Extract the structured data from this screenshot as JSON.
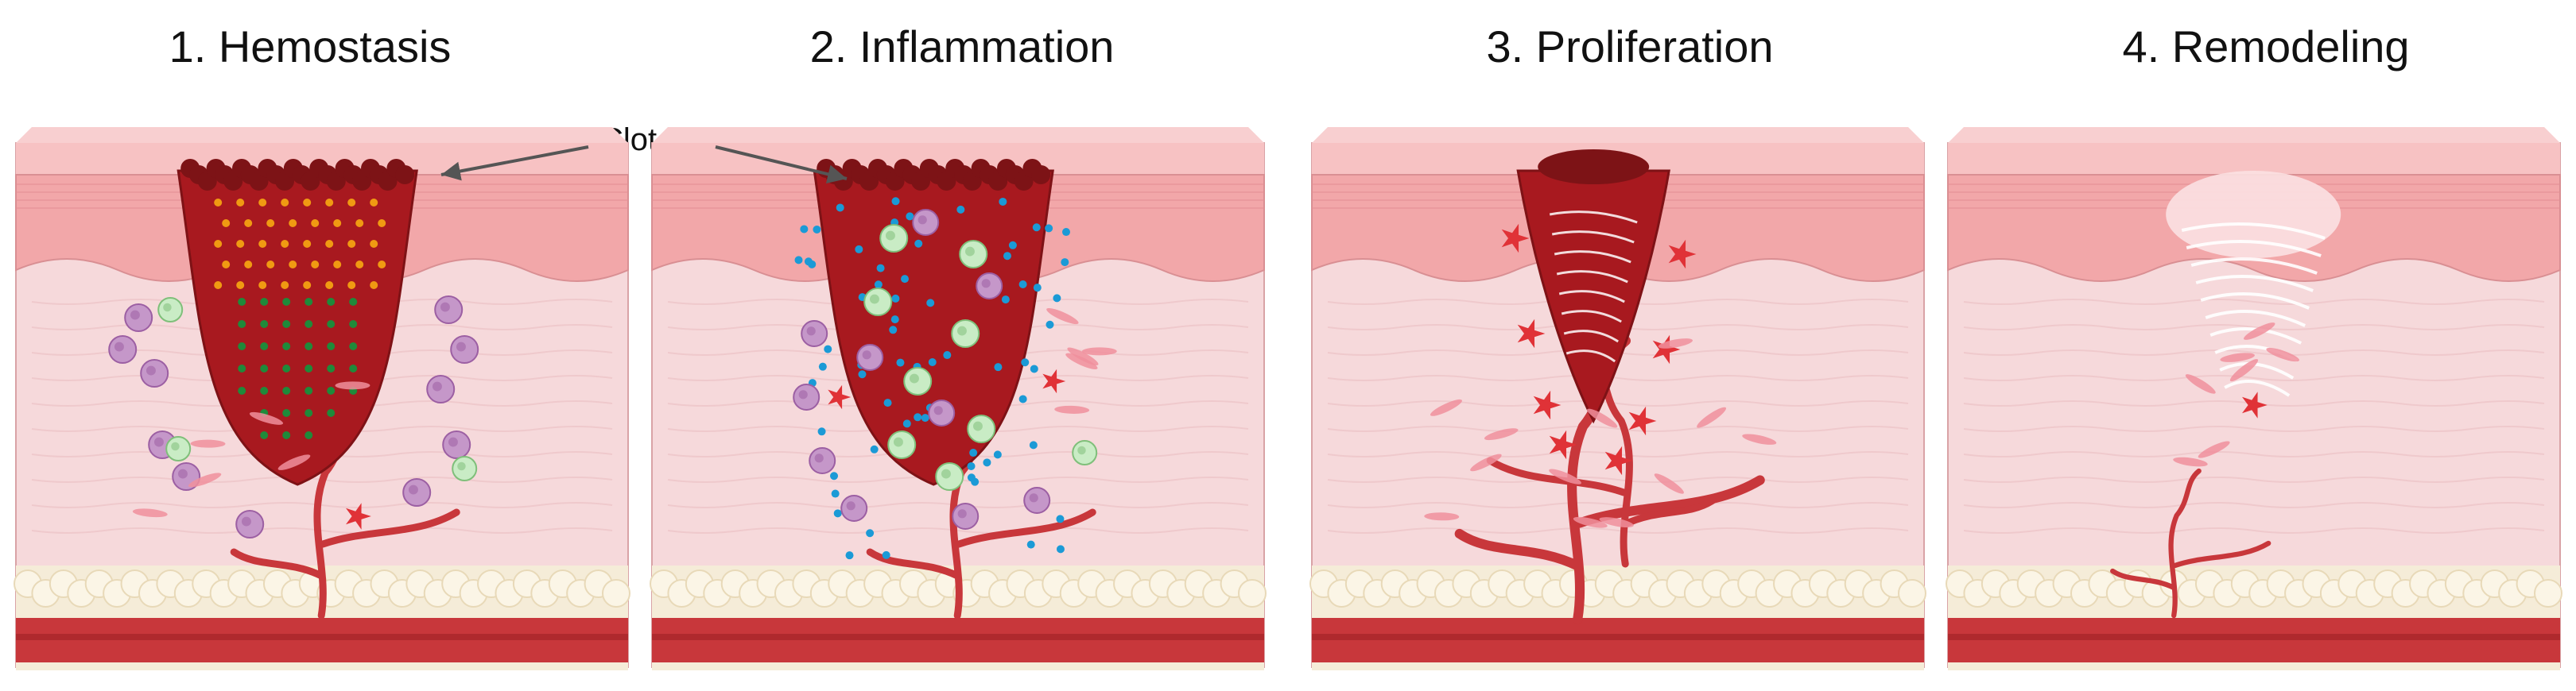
{
  "stages": [
    {
      "number": "1.",
      "name": "Hemostasis"
    },
    {
      "number": "2.",
      "name": "Inflammation"
    },
    {
      "number": "3.",
      "name": "Proliferation"
    },
    {
      "number": "4.",
      "name": "Remodeling"
    }
  ],
  "labels": {
    "clot": "Clot"
  },
  "colors": {
    "epidermis": "#f2a7a9",
    "epidermis_top": "#f7c2c3",
    "dermis": "#f6d9db",
    "fat": "#f5ecd8",
    "fat_cell": "#fbf5e6",
    "vessel": "#c8373b",
    "vessel_dark": "#9e1f24",
    "wound": "#a8191f",
    "clot_crust": "#7d1316",
    "platelet": "#f09a12",
    "factor": "#1f8a3a",
    "bacteria": "#1b9ad6",
    "leukocyte": "#c597c9",
    "macrophage": "#c9ecc5",
    "fibroblast": "#e03237",
    "collagen": "#ffffff"
  }
}
